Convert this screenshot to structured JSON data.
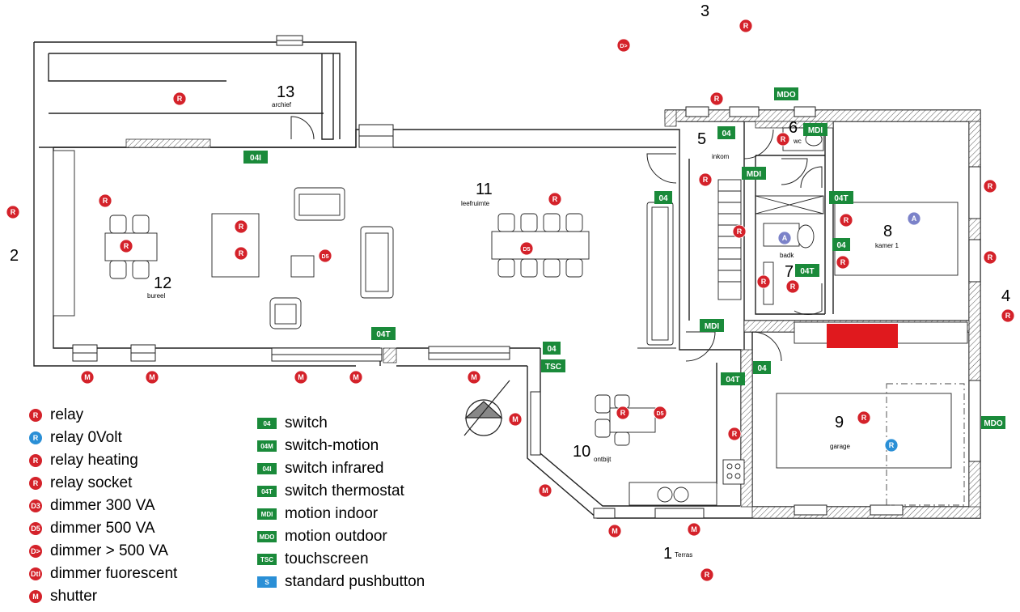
{
  "colors": {
    "relay": "#d4222a",
    "relay_0volt": "#2a8fd6",
    "relay_heat": "#7b82c9",
    "switch": "#1a8a3a",
    "pushbutton": "#2a8fd6",
    "heater": "#e0191e"
  },
  "rooms": [
    {
      "num": "1",
      "name": "Terras"
    },
    {
      "num": "2",
      "name": ""
    },
    {
      "num": "3",
      "name": ""
    },
    {
      "num": "4",
      "name": ""
    },
    {
      "num": "5",
      "name": "inkom"
    },
    {
      "num": "6",
      "name": "wc"
    },
    {
      "num": "7",
      "name": "badk"
    },
    {
      "num": "8",
      "name": "kamer 1"
    },
    {
      "num": "9",
      "name": "garage"
    },
    {
      "num": "10",
      "name": "ontbijt"
    },
    {
      "num": "11",
      "name": "leefruimte"
    },
    {
      "num": "12",
      "name": "bureel"
    },
    {
      "num": "13",
      "name": "archief"
    }
  ],
  "marker_letters": {
    "relay": "R",
    "relay_0volt": "R",
    "heat": "A",
    "shutter": "M",
    "dimmer500": "D5",
    "dimmerbig": "D>"
  },
  "switch_tags": {
    "s04": "04",
    "s04i": "04I",
    "s04t": "04T",
    "mdi": "MDI",
    "mdo": "MDO",
    "tsc": "TSC"
  },
  "legend": {
    "items": [
      {
        "key": "relay",
        "icon": "R",
        "kind": "circle",
        "color": "#d4222a",
        "label": "relay"
      },
      {
        "key": "relay0",
        "icon": "R",
        "kind": "circle",
        "color": "#2a8fd6",
        "label": "relay 0Volt"
      },
      {
        "key": "relayheat",
        "icon": "R",
        "kind": "circle",
        "color": "#d4222a",
        "label": "relay heating"
      },
      {
        "key": "relaysocket",
        "icon": "R",
        "kind": "socket",
        "color": "#d4222a",
        "label": "relay socket"
      },
      {
        "key": "d3",
        "icon": "D3",
        "kind": "circle",
        "color": "#d4222a",
        "label": "dimmer 300 VA"
      },
      {
        "key": "d5",
        "icon": "D5",
        "kind": "circle",
        "color": "#d4222a",
        "label": "dimmer 500 VA"
      },
      {
        "key": "dbig",
        "icon": "D>",
        "kind": "circle",
        "color": "#d4222a",
        "label": "dimmer > 500 VA"
      },
      {
        "key": "dfl",
        "icon": "Dtl",
        "kind": "circle",
        "color": "#d4222a",
        "label": "dimmer fuorescent"
      },
      {
        "key": "shutter",
        "icon": "M",
        "kind": "circle",
        "color": "#d4222a",
        "label": "shutter"
      }
    ],
    "switches": [
      {
        "key": "sw",
        "icon": "04",
        "color": "#1a8a3a",
        "label": "switch"
      },
      {
        "key": "swm",
        "icon": "04M",
        "color": "#1a8a3a",
        "label": "switch-motion"
      },
      {
        "key": "swi",
        "icon": "04I",
        "color": "#1a8a3a",
        "label": "switch infrared"
      },
      {
        "key": "swt",
        "icon": "04T",
        "color": "#1a8a3a",
        "label": "switch thermostat"
      },
      {
        "key": "mdi",
        "icon": "MDI",
        "color": "#1a8a3a",
        "label": "motion indoor"
      },
      {
        "key": "mdo",
        "icon": "MDO",
        "color": "#1a8a3a",
        "label": "motion outdoor"
      },
      {
        "key": "tsc",
        "icon": "TSC",
        "color": "#1a8a3a",
        "label": "touchscreen"
      },
      {
        "key": "pb",
        "icon": "S",
        "color": "#2a8fd6",
        "label": "standard pushbutton"
      }
    ]
  }
}
